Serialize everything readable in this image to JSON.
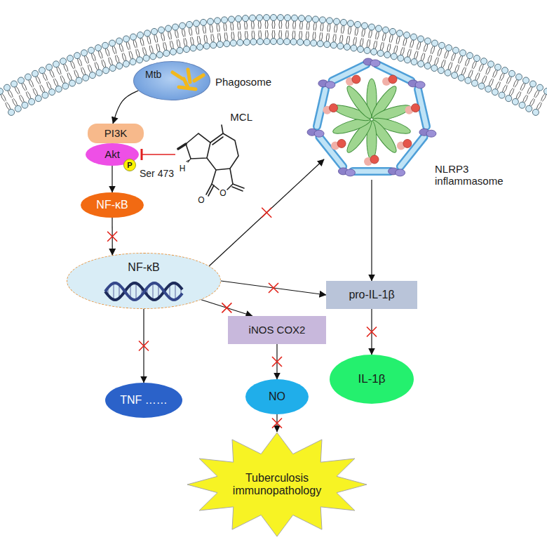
{
  "diagram": {
    "nodes": [
      {
        "text": [
          "Mtb",
          "Phagosome"
        ]
      },
      {
        "text": [
          "PI3K"
        ]
      },
      {
        "text": [
          "Akt"
        ]
      },
      {
        "text": [
          "P",
          "Ser 473"
        ]
      },
      {
        "text": [
          "MCL"
        ]
      },
      {
        "text": [
          "NLRP3 inflammasome"
        ]
      },
      {
        "text": [
          "NF-κB"
        ]
      },
      {
        "text": [
          "NF-κB"
        ]
      },
      {
        "text": [
          "pro-IL-1β"
        ]
      },
      {
        "text": [
          "iNOS COX2"
        ]
      },
      {
        "text": [
          "TNF ……"
        ]
      },
      {
        "text": [
          "NO"
        ]
      },
      {
        "text": [
          "IL-1β"
        ]
      },
      {
        "text": [
          "Tuberculosis immunopathology"
        ]
      }
    ],
    "edges": [
      {
        "from": 0,
        "to": 1,
        "arrow": "to"
      },
      {
        "from": 2,
        "to": 6,
        "arrow": "to"
      },
      {
        "from": 6,
        "to": 7,
        "arrow": "to"
      },
      {
        "from": 7,
        "to": 5,
        "arrow": "to"
      },
      {
        "from": 7,
        "to": 8,
        "arrow": "to"
      },
      {
        "from": 7,
        "to": 9,
        "arrow": "to"
      },
      {
        "from": 7,
        "to": 10,
        "arrow": "to"
      },
      {
        "from": 9,
        "to": 11,
        "arrow": "to"
      },
      {
        "from": 11,
        "to": 13,
        "arrow": "to"
      },
      {
        "from": 5,
        "to": 8,
        "arrow": "to"
      },
      {
        "from": 8,
        "to": 12,
        "arrow": "to"
      },
      {
        "from": 4,
        "to": 2,
        "arrow": "to"
      }
    ],
    "labels": [
      "H",
      "O",
      "O"
    ]
  }
}
